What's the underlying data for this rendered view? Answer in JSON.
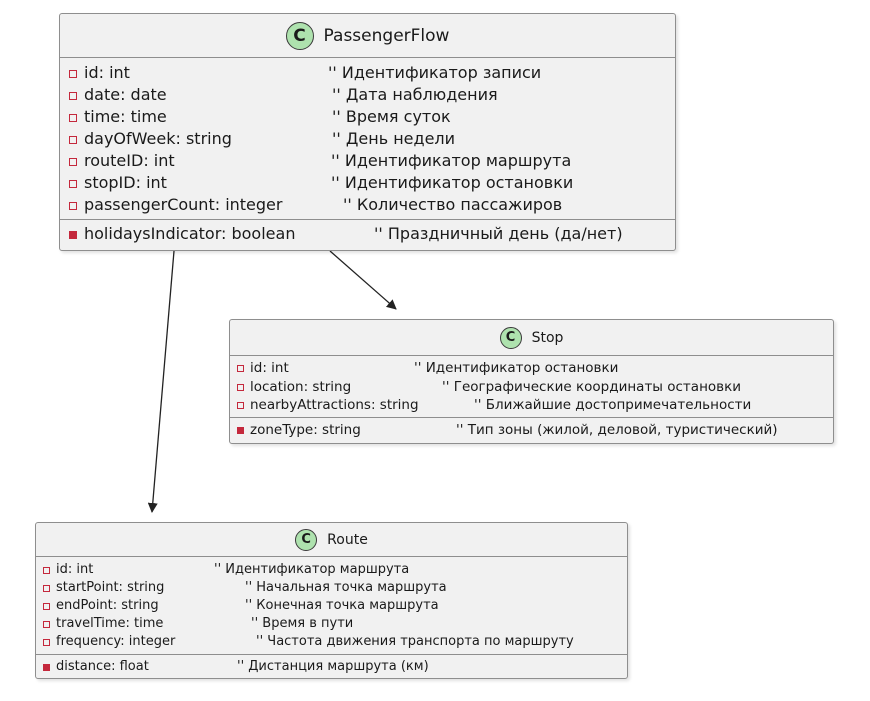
{
  "classes": {
    "passenger_flow": {
      "stereotype": "C",
      "name": "PassengerFlow",
      "fields": [
        {
          "name": "id: int",
          "comment": "'' Идентификатор записи"
        },
        {
          "name": "date: date",
          "comment": "'' Дата наблюдения"
        },
        {
          "name": "time: time",
          "comment": "'' Время суток"
        },
        {
          "name": "dayOfWeek: string",
          "comment": "'' День недели"
        },
        {
          "name": "routeID: int",
          "comment": "'' Идентификатор маршрута"
        },
        {
          "name": "stopID: int",
          "comment": "'' Идентификатор остановки"
        },
        {
          "name": "passengerCount: integer",
          "comment": "'' Количество пассажиров"
        }
      ],
      "extra": [
        {
          "name": "holidaysIndicator: boolean",
          "comment": "'' Праздничный день (да/нет)"
        }
      ]
    },
    "stop": {
      "stereotype": "C",
      "name": "Stop",
      "fields": [
        {
          "name": "id: int",
          "comment": "'' Идентификатор остановки"
        },
        {
          "name": "location: string",
          "comment": "'' Географические координаты остановки"
        },
        {
          "name": "nearbyAttractions: string",
          "comment": "'' Ближайшие достопримечательности"
        }
      ],
      "extra": [
        {
          "name": "zoneType: string",
          "comment": "'' Тип зоны (жилой, деловой, туристический)"
        }
      ]
    },
    "route": {
      "stereotype": "C",
      "name": "Route",
      "fields": [
        {
          "name": "id: int",
          "comment": "'' Идентификатор маршрута"
        },
        {
          "name": "startPoint: string",
          "comment": "'' Начальная точка маршрута"
        },
        {
          "name": "endPoint: string",
          "comment": "'' Конечная точка маршрута"
        },
        {
          "name": "travelTime: time",
          "comment": "'' Время в пути"
        },
        {
          "name": "frequency: integer",
          "comment": "'' Частота движения транспорта по маршруту"
        }
      ],
      "extra": [
        {
          "name": "distance: float",
          "comment": "'' Дистанция маршрута (км)"
        }
      ]
    }
  },
  "colors": {
    "class_fill": "#f1f1f1",
    "border": "#8e8e8e",
    "badge_fill": "#aee2ae",
    "private_marker": "#c4283c"
  },
  "relations": [
    {
      "from": "PassengerFlow",
      "to": "Stop"
    },
    {
      "from": "PassengerFlow",
      "to": "Route"
    }
  ]
}
